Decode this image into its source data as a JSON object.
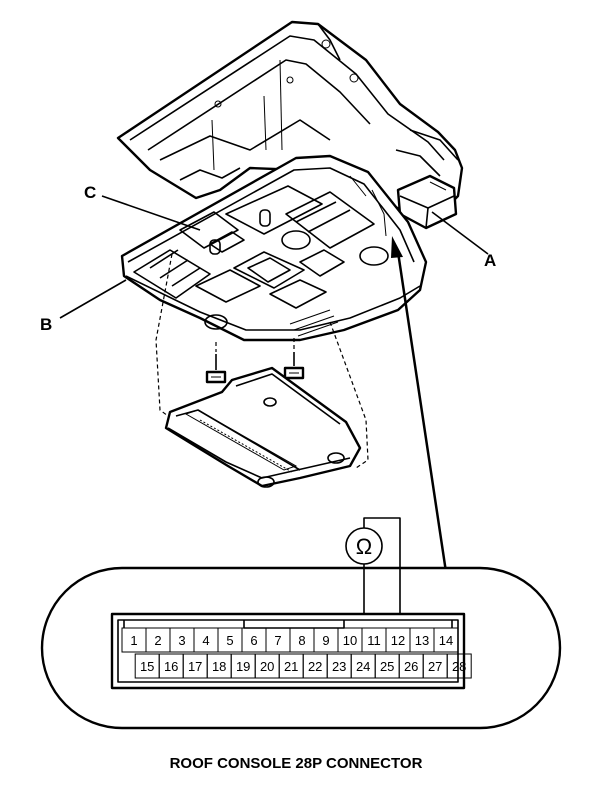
{
  "callouts": {
    "a": "A",
    "b": "B",
    "c": "C"
  },
  "meter_symbol": "Ω",
  "connector": {
    "top_row": [
      "1",
      "2",
      "3",
      "4",
      "5",
      "6",
      "7",
      "8",
      "9",
      "10",
      "11",
      "12",
      "13",
      "14"
    ],
    "bottom_row": [
      "15",
      "16",
      "17",
      "18",
      "19",
      "20",
      "21",
      "22",
      "23",
      "24",
      "25",
      "26",
      "27",
      "28"
    ]
  },
  "caption": "ROOF CONSOLE 28P CONNECTOR"
}
